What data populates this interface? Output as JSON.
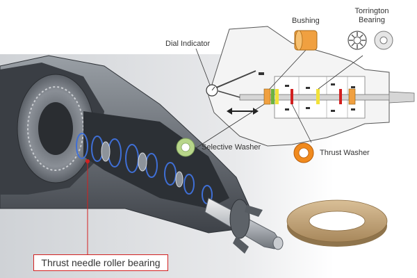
{
  "labels": {
    "dial_indicator": "Dial Indicator",
    "bushing": "Bushing",
    "torrington_bearing": "Torrington Bearing",
    "torrington_line1": "Torrington",
    "torrington_line2": "Bearing",
    "selective_washer": "Selective Washer",
    "thrust_washer": "Thrust Washer",
    "thrust_needle_roller_bearing": "Thrust needle roller bearing"
  },
  "colors": {
    "bushing": "#f0a040",
    "thrust_washer": "#f08a1e",
    "selective_washer": "#b8d68a",
    "callout_border": "#d22020",
    "large_washer": "#c8ab82"
  },
  "icons": [
    "dial-indicator-icon",
    "bushing-icon",
    "torrington-bearing-icon",
    "torrington-ring-icon",
    "selective-washer-icon",
    "thrust-washer-icon",
    "large-washer-icon"
  ]
}
